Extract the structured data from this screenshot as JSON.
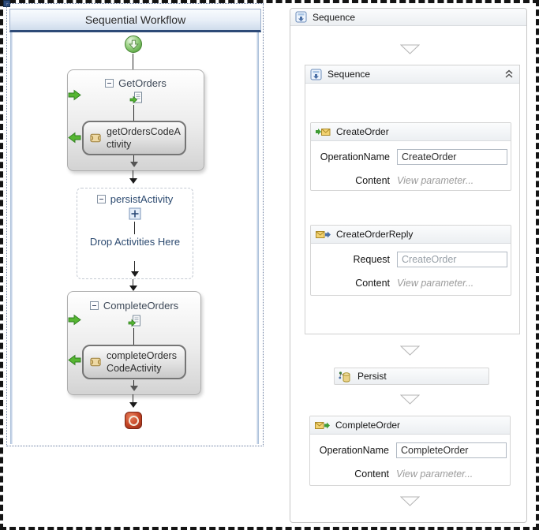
{
  "left_designer": {
    "title": "Sequential Workflow",
    "start_icon": "start-circle-icon",
    "end_icon": "terminate-icon",
    "get_orders": {
      "label": "GetOrders",
      "event_icon": "document-green-arrow-icon",
      "code_icon": "scroll-icon",
      "code_activity": "getOrdersCodeActivity"
    },
    "persist_activity": {
      "label": "persistActivity",
      "icon": "persist-cross-icon",
      "drop_hint": "Drop Activities Here"
    },
    "complete_orders": {
      "label": "CompleteOrders",
      "event_icon": "document-green-arrow-icon",
      "code_icon": "scroll-icon",
      "code_activity": "completeOrdersCodeActivity"
    }
  },
  "right_designer": {
    "outer_sequence": {
      "label": "Sequence",
      "icon": "sequence-icon"
    },
    "inner_sequence": {
      "label": "Sequence",
      "icon": "sequence-icon",
      "collapse_icon": "double-chevron-up-icon"
    },
    "create_order": {
      "label": "CreateOrder",
      "icon": "receive-envelope-icon",
      "rows": [
        {
          "label": "OperationName",
          "value": "CreateOrder"
        },
        {
          "label": "Content",
          "value": "View parameter..."
        }
      ]
    },
    "create_order_reply": {
      "label": "CreateOrderReply",
      "icon": "send-reply-envelope-icon",
      "rows": [
        {
          "label": "Request",
          "value": "CreateOrder"
        },
        {
          "label": "Content",
          "value": "View parameter..."
        }
      ]
    },
    "persist": {
      "label": "Persist",
      "icon": "persist-database-icon"
    },
    "complete_order": {
      "label": "CompleteOrder",
      "icon": "receive-envelope-icon",
      "rows": [
        {
          "label": "OperationName",
          "value": "CompleteOrder"
        },
        {
          "label": "Content",
          "value": "View parameter..."
        }
      ]
    }
  },
  "colors": {
    "title_accent_navy": "#2d4a77",
    "workflow_text_navy": "#2c4a70",
    "activity_text_slate": "#3d4857",
    "green_arrow": "#56b632",
    "terminate_red": "#c44424",
    "start_green": "#56a53f",
    "muted_link_gray": "#9b9b9b",
    "scroll_tan": "#eed9a4",
    "envelope_yellow": "#f2d271"
  }
}
